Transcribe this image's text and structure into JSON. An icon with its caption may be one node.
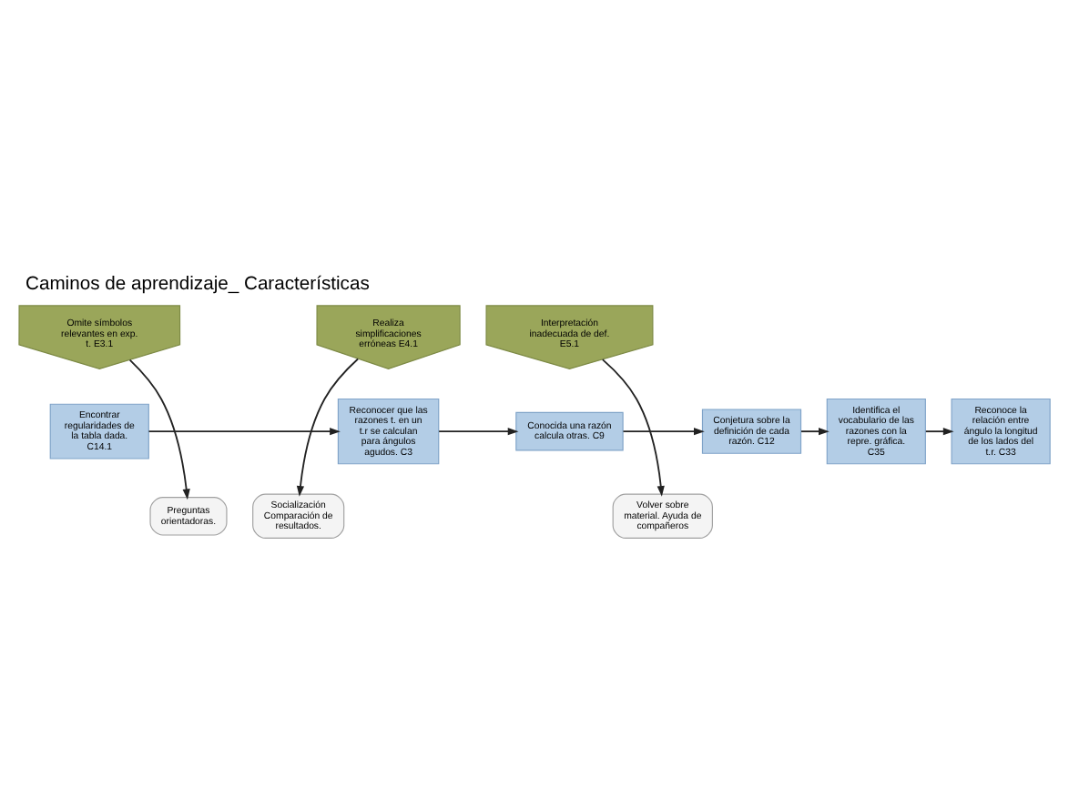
{
  "diagram": {
    "title": "Caminos de aprendizaje_ Características",
    "nodes": [
      {
        "text": [
          "Omite símbolos relevantes en exp. t. E3.1"
        ]
      },
      {
        "text": [
          "Realiza simplificaciones erróneas E4.1"
        ]
      },
      {
        "text": [
          "Interpretación inadecuada de def. E5.1"
        ]
      },
      {
        "text": [
          "Encontrar regularidades de la tabla dada. C14.1"
        ]
      },
      {
        "text": [
          "Reconocer que las razones t. en un t.r se calculan para ángulos agudos. C3"
        ]
      },
      {
        "text": [
          "Conocida una razón calcula otras. C9"
        ]
      },
      {
        "text": [
          "Conjetura sobre la definición de cada razón. C12"
        ]
      },
      {
        "text": [
          "Identifica el vocabulario de las razones con la repre. gráfica. C35"
        ]
      },
      {
        "text": [
          "Reconoce la relación entre ángulo la longitud de los lados del t.r. C33"
        ]
      },
      {
        "text": [
          "Preguntas orientadoras."
        ]
      },
      {
        "text": [
          "Socialización Comparación de resultados."
        ]
      },
      {
        "text": [
          "Volver sobre material. Ayuda de compañeros"
        ]
      }
    ],
    "edges": [
      {
        "from": 3,
        "to": 4,
        "arrow": "to"
      },
      {
        "from": 4,
        "to": 5,
        "arrow": "to"
      },
      {
        "from": 5,
        "to": 6,
        "arrow": "to"
      },
      {
        "from": 6,
        "to": 7,
        "arrow": "to"
      },
      {
        "from": 7,
        "to": 8,
        "arrow": "to"
      },
      {
        "from": 0,
        "to": 9,
        "arrow": "to"
      },
      {
        "from": 1,
        "to": 10,
        "arrow": "to"
      },
      {
        "from": 2,
        "to": 11,
        "arrow": "to"
      }
    ]
  }
}
